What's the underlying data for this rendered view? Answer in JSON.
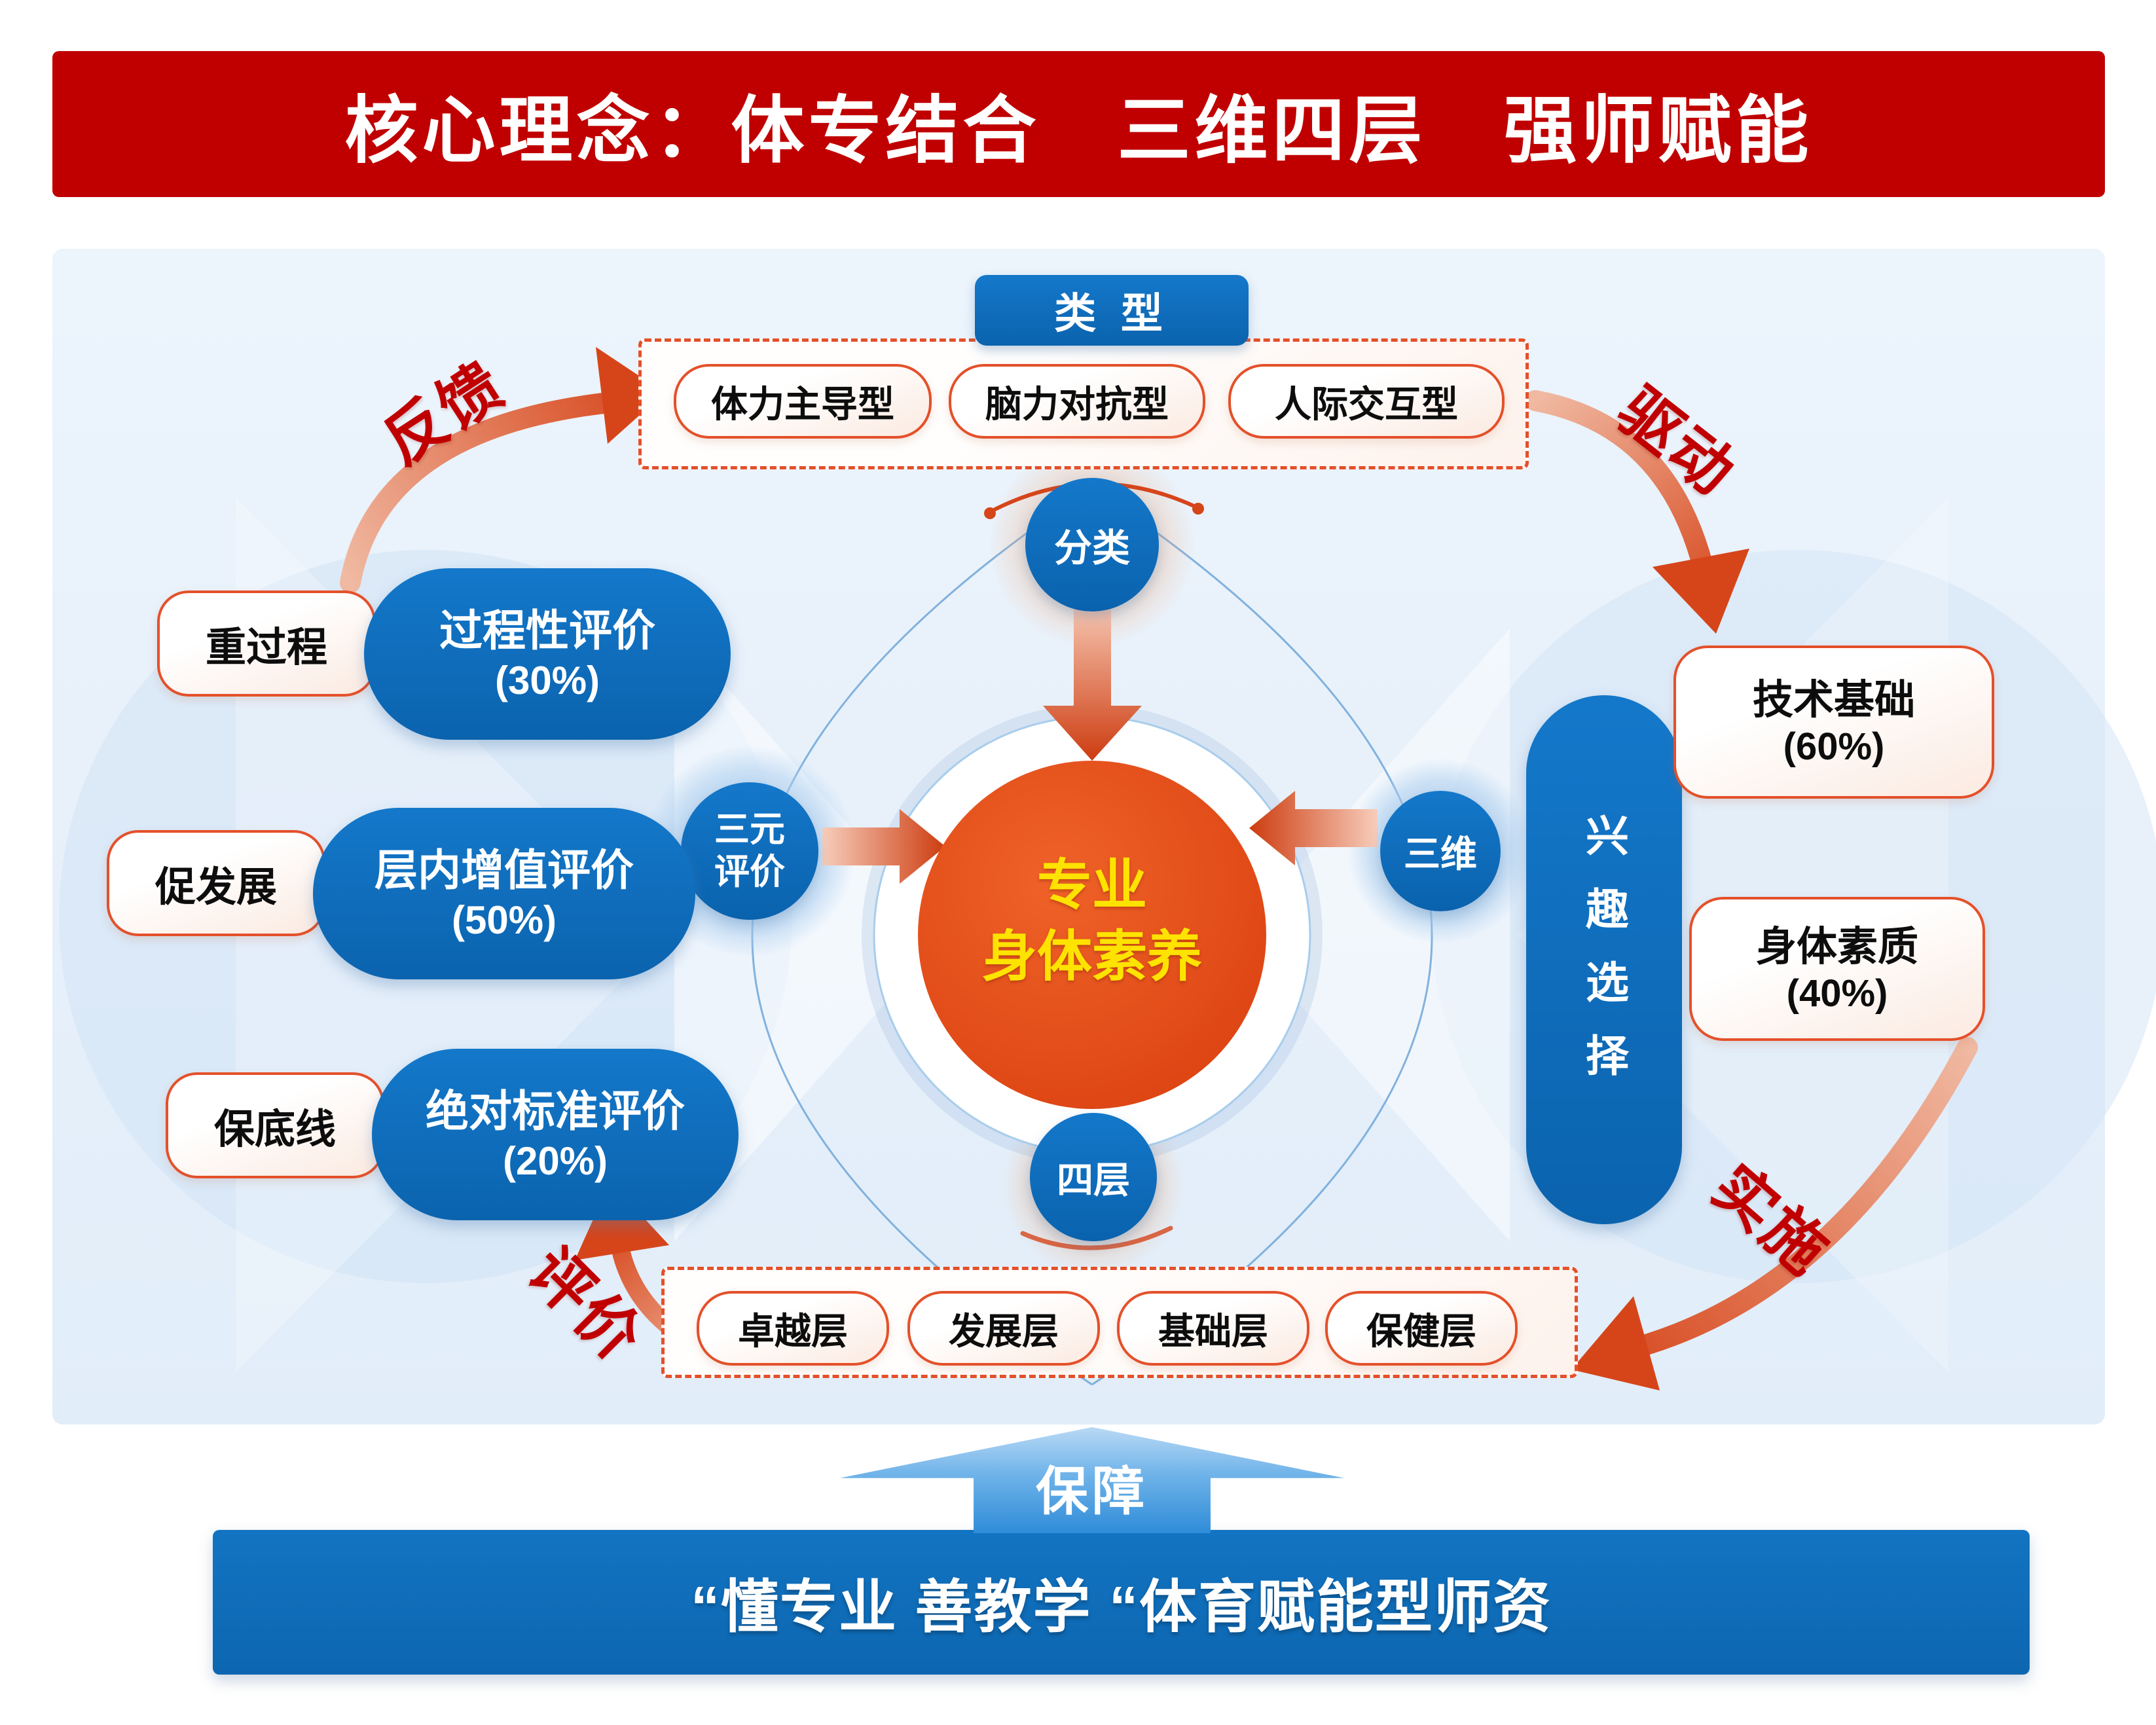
{
  "header": {
    "title": "核心理念：体专结合　三维四层　强师赋能"
  },
  "type_section": {
    "label": "类 型",
    "pills": [
      "体力主导型",
      "脑力对抗型",
      "人际交互型"
    ]
  },
  "hubs": {
    "classify": "分类",
    "ternary_l1": "三元",
    "ternary_l2": "评价",
    "three_dim": "三维",
    "four_layer": "四层",
    "interest": "兴趣选择"
  },
  "center": {
    "l1": "专业",
    "l2": "身体素养"
  },
  "left_rows": [
    {
      "tag": "重过程",
      "l1": "过程性评价",
      "l2": "(30%)"
    },
    {
      "tag": "促发展",
      "l1": "层内增值评价",
      "l2": "(50%)"
    },
    {
      "tag": "保底线",
      "l1": "绝对标准评价",
      "l2": "(20%)"
    }
  ],
  "right_pills": [
    {
      "l1": "技术基础",
      "l2": "(60%)"
    },
    {
      "l1": "身体素质",
      "l2": "(40%)"
    }
  ],
  "layer_pills": [
    "卓越层",
    "发展层",
    "基础层",
    "保健层"
  ],
  "cycle_labels": {
    "feedback": "反馈",
    "drive": "驱动",
    "implement": "实施",
    "evaluate": "评价"
  },
  "footer": {
    "guarantee": "保障",
    "banner": "“懂专业 善教学 “体育赋能型师资"
  },
  "colors": {
    "banner_red": "#c00000",
    "primary_blue": "#0e6fbe",
    "accent_orange": "#e04e1a",
    "dash_orange": "#e4502a",
    "center_yellow": "#ffe300",
    "panel_blue": "#e9f2fb"
  }
}
